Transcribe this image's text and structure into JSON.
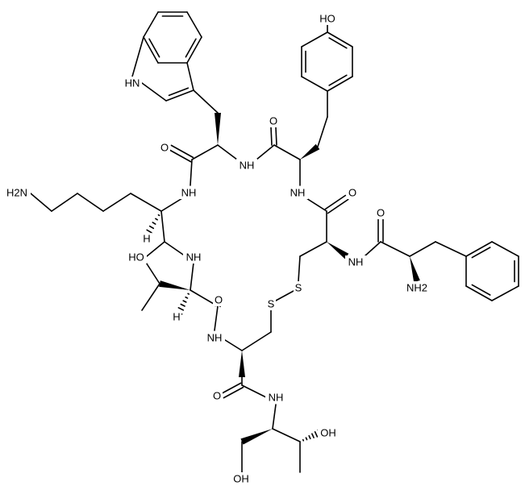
{
  "colors": {
    "bond": "#000000",
    "background": "#ffffff"
  },
  "atom_labels": {
    "hydroxyl_tyr": "HO",
    "nh_indole": "HN",
    "o_trp_amide": "O",
    "o_tyr_amide": "O",
    "nh_trp_tyr": "NH",
    "nh_lys_trp": "NH",
    "nh_tyr_cys": "NH",
    "o_cys_amide": "O",
    "amine_lys": "H2N",
    "o_phe_amide": "O",
    "nh_thr_lys": "NH",
    "o_thr_side": "HO",
    "nh_cys_phe": "NH",
    "s1": "S",
    "s2": "S",
    "o_thr_amide": "O",
    "amine_phe": "NH2",
    "nh_cys_thr": "NH",
    "o_cys2_amide": "O",
    "nh_threoninol": "NH",
    "oh_threoninol_1": "OH",
    "oh_threoninol_2": "OH",
    "h_thr": "H",
    "h_lys": "H"
  }
}
